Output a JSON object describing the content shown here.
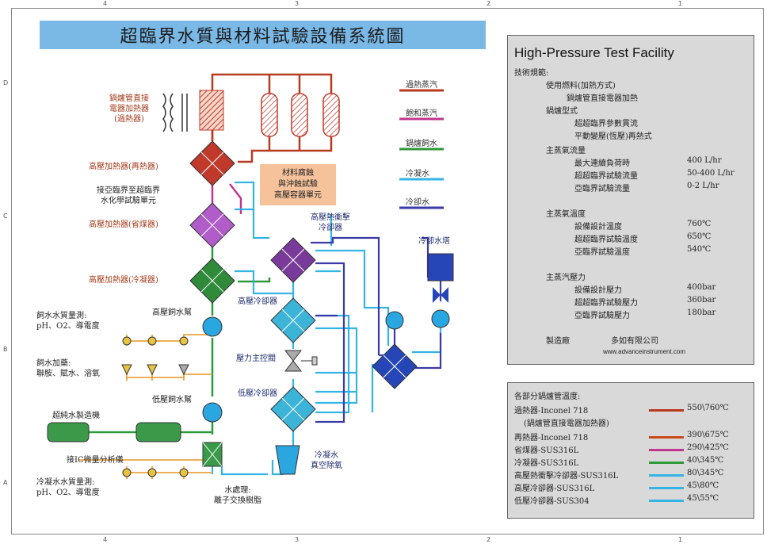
{
  "title": "超臨界水質與材料試驗設備系統圖",
  "ruler": {
    "top": [
      "4",
      "3",
      "2",
      "1"
    ],
    "left": [
      "D",
      "C",
      "B",
      "A"
    ]
  },
  "labels": {
    "electric_heater": [
      "鍋爐管直接",
      "電器加熱器",
      "(過熱器)"
    ],
    "hp_heater_reheat": "高壓加熱器(再熱器)",
    "connect_supercritical": [
      "接亞臨界至超臨界",
      "水化學試驗單元"
    ],
    "hp_heater_econ": "高壓加熱器(省煤器)",
    "hp_heater_cond": "高壓加熱器(冷凝器)",
    "hp_feed_pump": "高壓飼水幫",
    "feed_quality": [
      "飼水水質量測:",
      "pH、O2、導電度"
    ],
    "feed_dosing": [
      "飼水加藥:",
      "聯胺、賦水、溶氧"
    ],
    "lp_feed_pump": "低壓飼水幫",
    "ultrapure": "超純水製造機",
    "ic_analyzer": "接IC微量分析儀",
    "condensate_quality": [
      "冷凝水水質量測:",
      "pH、O2、導電度"
    ],
    "water_treatment": [
      "水處理:",
      "離子交換樹脂"
    ],
    "material_box": [
      "材料腐蝕",
      "與沖蝕試驗",
      "高壓容器單元"
    ],
    "hp_shock_cooler": [
      "高壓熱衝擊",
      "冷卻器"
    ],
    "hp_cooler": "高壓冷卻器",
    "pressure_valve": "壓力主控閥",
    "lp_cooler": "低壓冷卻器",
    "vacuum_deaerator": [
      "冷凝水",
      "真空除氧"
    ],
    "cooling_tower": "冷卻水塔"
  },
  "legend": [
    {
      "label": "過熱蒸汽",
      "color": "#b83a1e"
    },
    {
      "label": "飽和蒸汽",
      "color": "#c0368e"
    },
    {
      "label": "鍋爐飼水",
      "color": "#2f9a3a"
    },
    {
      "label": "冷凝水",
      "color": "#34b4e4"
    },
    {
      "label": "冷卻水",
      "color": "#3a3aa8"
    }
  ],
  "spec": {
    "title": "High-Pressure Test Facility",
    "lines": [
      "技術規範:",
      "使用燃料(加熱方式)",
      "鍋爐管直接電器加熱",
      "鍋爐型式",
      "超超臨界參數貫流",
      "平動變壓(恆壓)再熱式",
      "主蒸氣流量",
      "最大連續負荷時",
      "超超臨界試驗流量",
      "亞臨界試驗流量",
      "主蒸氣溫度",
      "設備設計溫度",
      "超超臨界試驗溫度",
      "亞臨界試驗溫度",
      "主蒸汽壓力",
      "設備設計壓力",
      "超超臨界試驗壓力",
      "亞臨界試驗壓力",
      "製造廠",
      "多如有限公司"
    ],
    "values": [
      "400 L/hr",
      "50-400 L/hr",
      "0-2 L/hr",
      "760℃",
      "650℃",
      "540℃",
      "400bar",
      "360bar",
      "180bar"
    ],
    "url": "www.advanceinstrument.com"
  },
  "temps": {
    "header": "各部分鍋爐管溫度:",
    "rows": [
      {
        "name": "過熱器-Inconel 718",
        "value": "550\\760℃",
        "color": "#b83a1e"
      },
      {
        "name": "(鍋爐管直接電器加熱器)",
        "value": "",
        "color": ""
      },
      {
        "name": "再熱器-Inconel 718",
        "value": "390\\675℃",
        "color": "#c94a1a"
      },
      {
        "name": "省煤器-SUS316L",
        "value": "290\\425℃",
        "color": "#c0368e"
      },
      {
        "name": "冷凝器-SUS316L",
        "value": "40\\345℃",
        "color": "#2f9a3a"
      },
      {
        "name": "高壓熱衝擊冷卻器-SUS316L",
        "value": "80\\345℃",
        "color": "#34b4e4"
      },
      {
        "name": "高壓冷卻器-SUS316L",
        "value": "45\\80℃",
        "color": "#34b4e4"
      },
      {
        "name": "低壓冷卻器-SUS304",
        "value": "45\\55℃",
        "color": "#34b4e4"
      }
    ]
  },
  "colors": {
    "superheat": "#b83a1e",
    "saturated": "#c0368e",
    "feedwater": "#2f9a3a",
    "condensate": "#34b4e4",
    "cooling": "#3a3aa8",
    "title_bg": "#7ab8e6",
    "panel_bg": "#d9d9d9"
  }
}
